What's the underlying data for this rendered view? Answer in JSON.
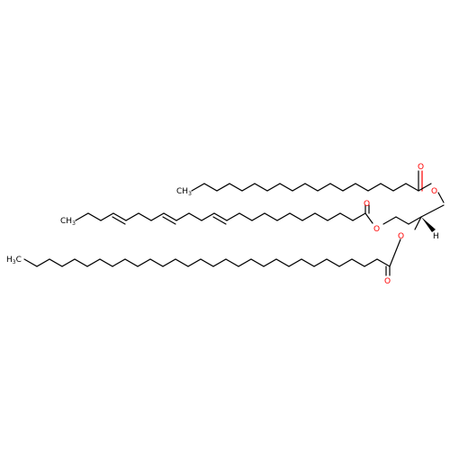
{
  "molecule": {
    "colors": {
      "carbon": "#000000",
      "oxygen": "#ff0000",
      "background": "#ffffff"
    },
    "chains": {
      "top": {
        "terminal_label": "CH",
        "terminal_sub": "3",
        "ester_O_label": "O",
        "carbonyl_O_label": "O"
      },
      "middle": {
        "terminal_label": "CH",
        "terminal_sub": "3",
        "ester_O_label": "O",
        "carbonyl_O_label": "O"
      },
      "bottom": {
        "terminal_label": "H",
        "terminal_sub": "3",
        "terminal_tail": "C",
        "ester_O_label": "O",
        "carbonyl_O_label": "O"
      }
    },
    "stereo_H_label": "H"
  }
}
